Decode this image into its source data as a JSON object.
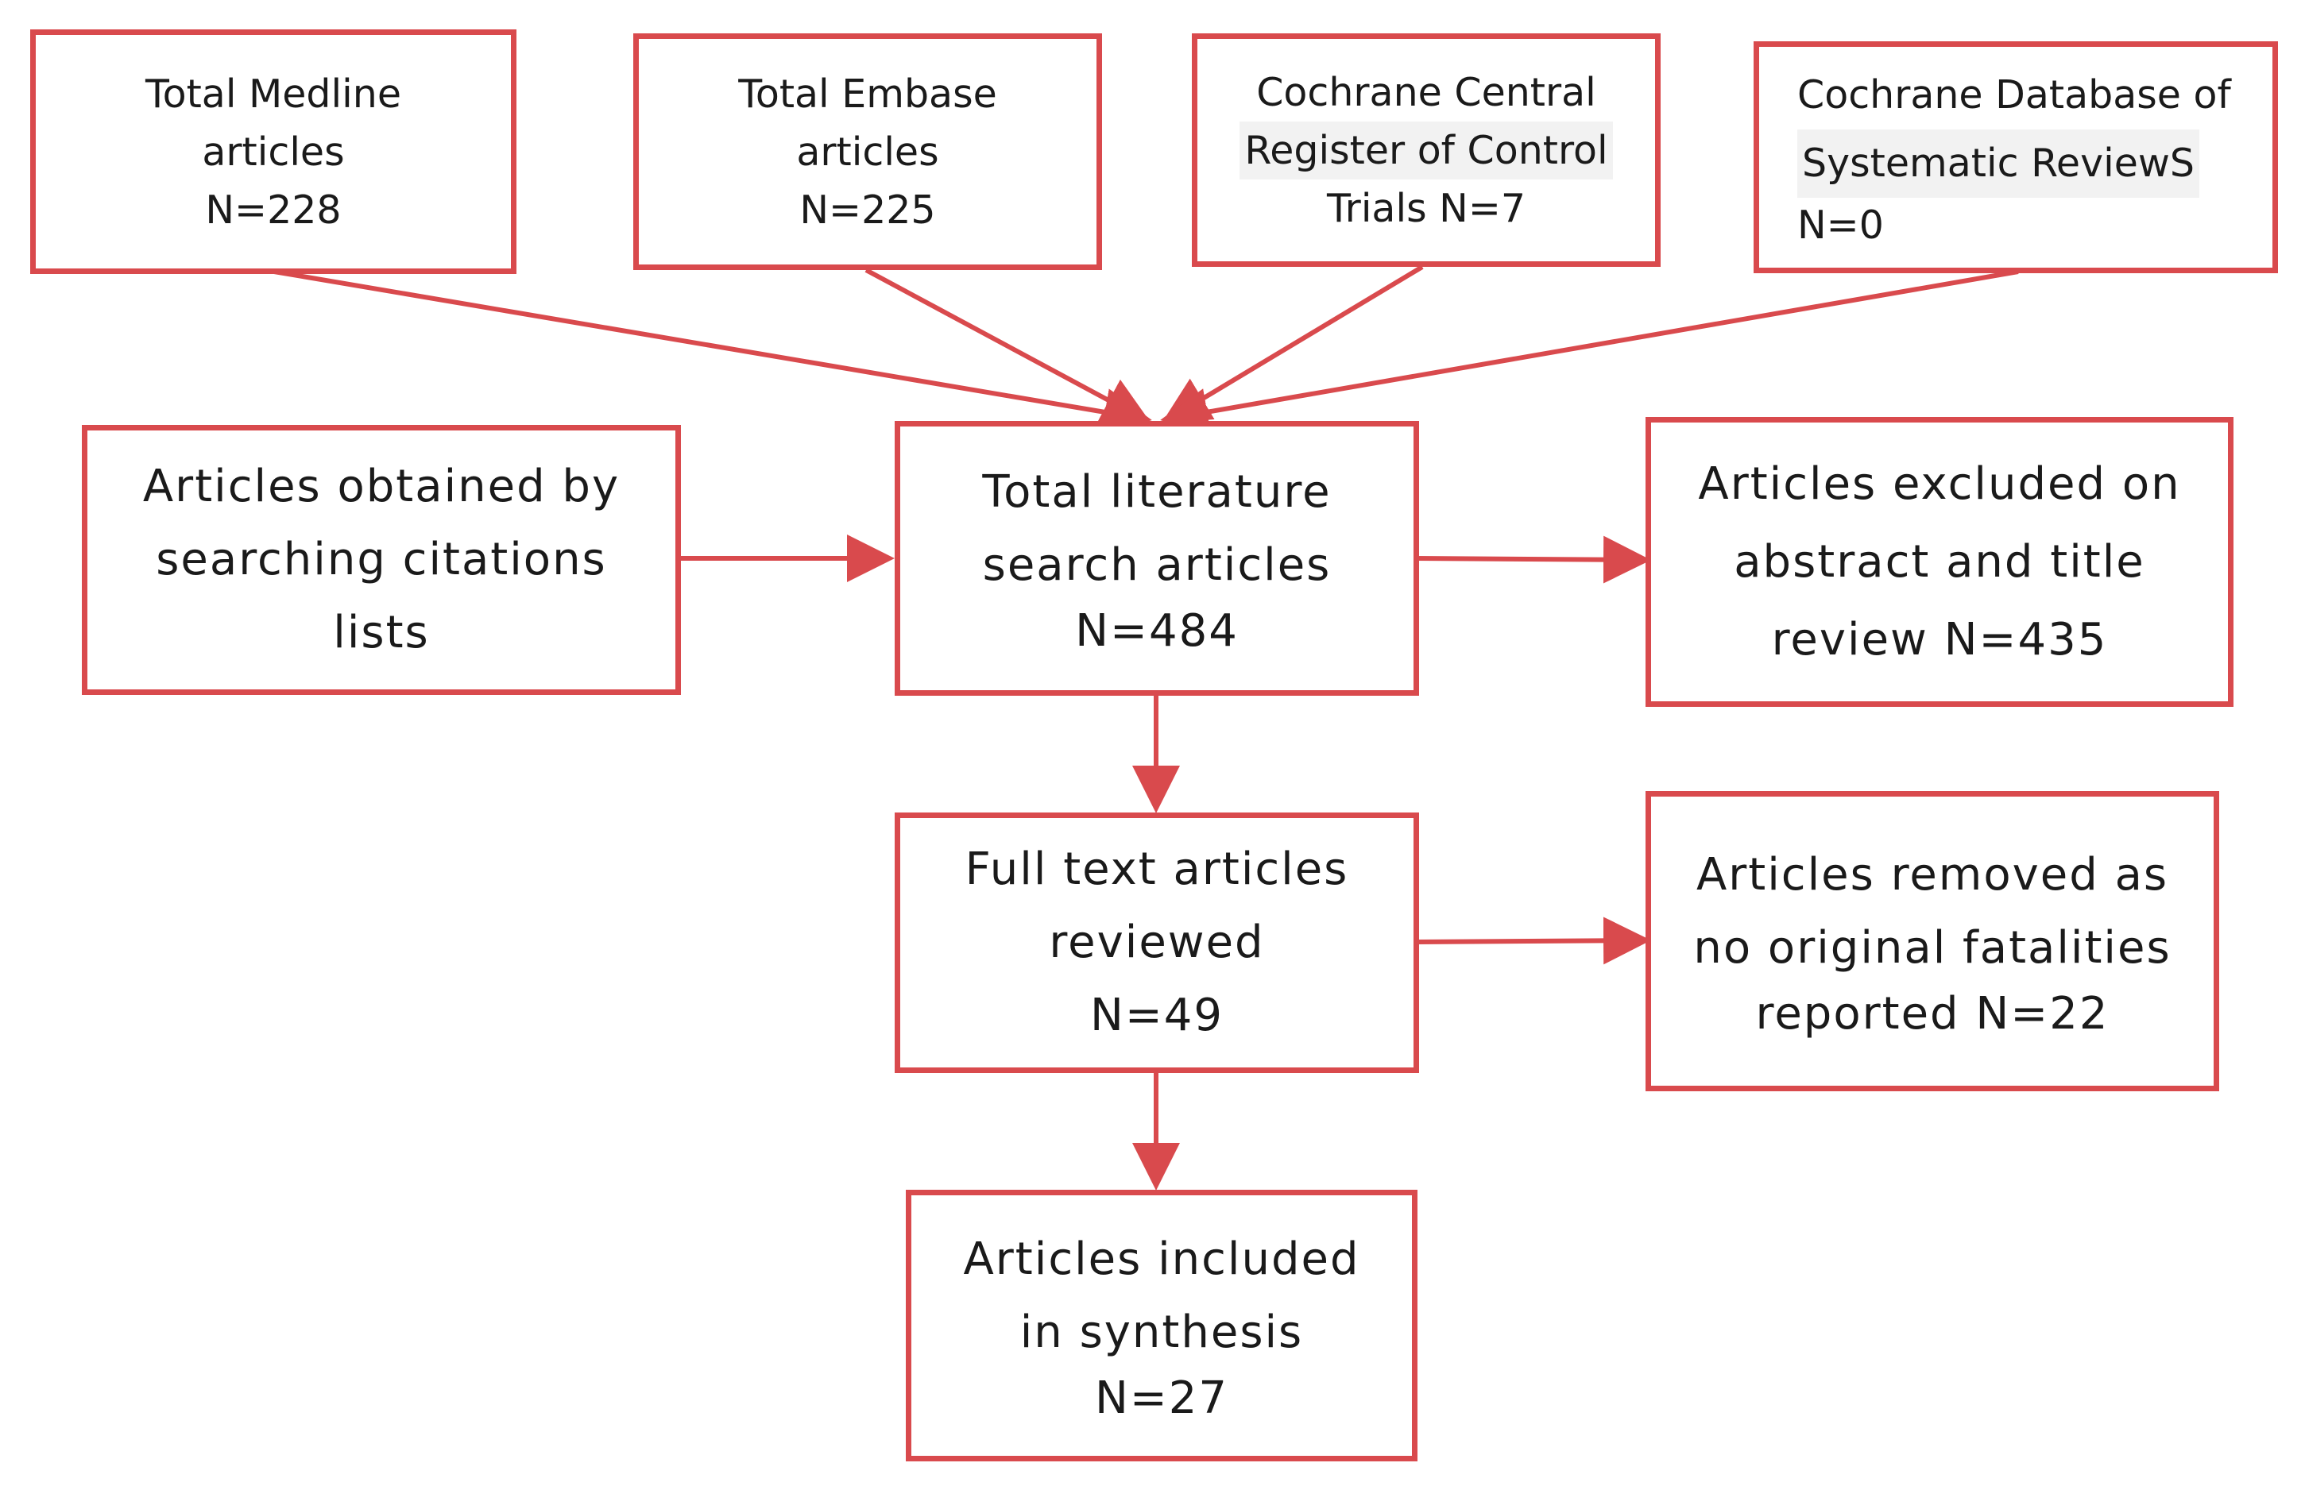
{
  "sources": {
    "medline": {
      "line1": "Total Medline",
      "line2": "articles",
      "line3": "N=228"
    },
    "embase": {
      "line1": "Total Embase",
      "line2": "articles",
      "line3": "N=225"
    },
    "central": {
      "line1": "Cochrane Central",
      "line2": "Register of Control",
      "line3": "Trials N=7"
    },
    "cdsr": {
      "line1": "Cochrane Database of",
      "line2": "Systematic ReviewS",
      "line3": "N=0"
    }
  },
  "citations": {
    "line1": "Articles obtained by",
    "line2": "searching citations",
    "line3": "lists"
  },
  "total": {
    "line1": "Total literature",
    "line2": "search articles",
    "line3": "N=484"
  },
  "excluded": {
    "line1": "Articles excluded on",
    "line2": "abstract and title",
    "line3": "review N=435"
  },
  "fulltext": {
    "line1": "Full text articles",
    "line2": "reviewed",
    "line3": "N=49"
  },
  "removed": {
    "line1": "Articles removed as",
    "line2": "no original fatalities",
    "line3": "reported N=22"
  },
  "included": {
    "line1": "Articles included",
    "line2": "in synthesis",
    "line3": "N=27"
  },
  "colors": {
    "border": "#d94a4d",
    "arrow": "#d94a4d",
    "text": "#1a1a1a"
  }
}
